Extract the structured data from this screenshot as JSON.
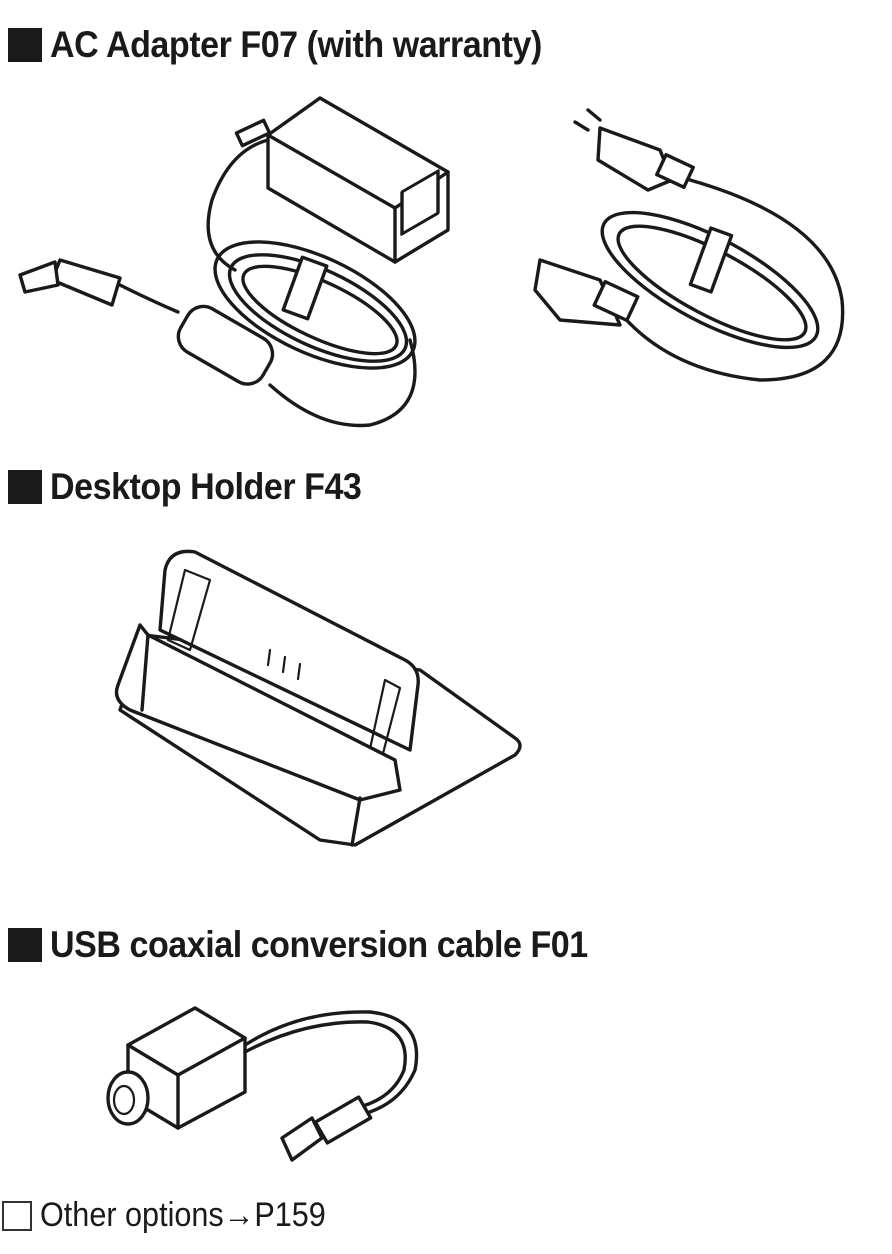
{
  "sections": [
    {
      "title": "AC Adapter F07 (with warranty)"
    },
    {
      "title": "Desktop Holder F43"
    },
    {
      "title": "USB coaxial conversion cable F01"
    }
  ],
  "footer": {
    "text": "Other options",
    "arrow": "→",
    "page_ref": "P159"
  }
}
